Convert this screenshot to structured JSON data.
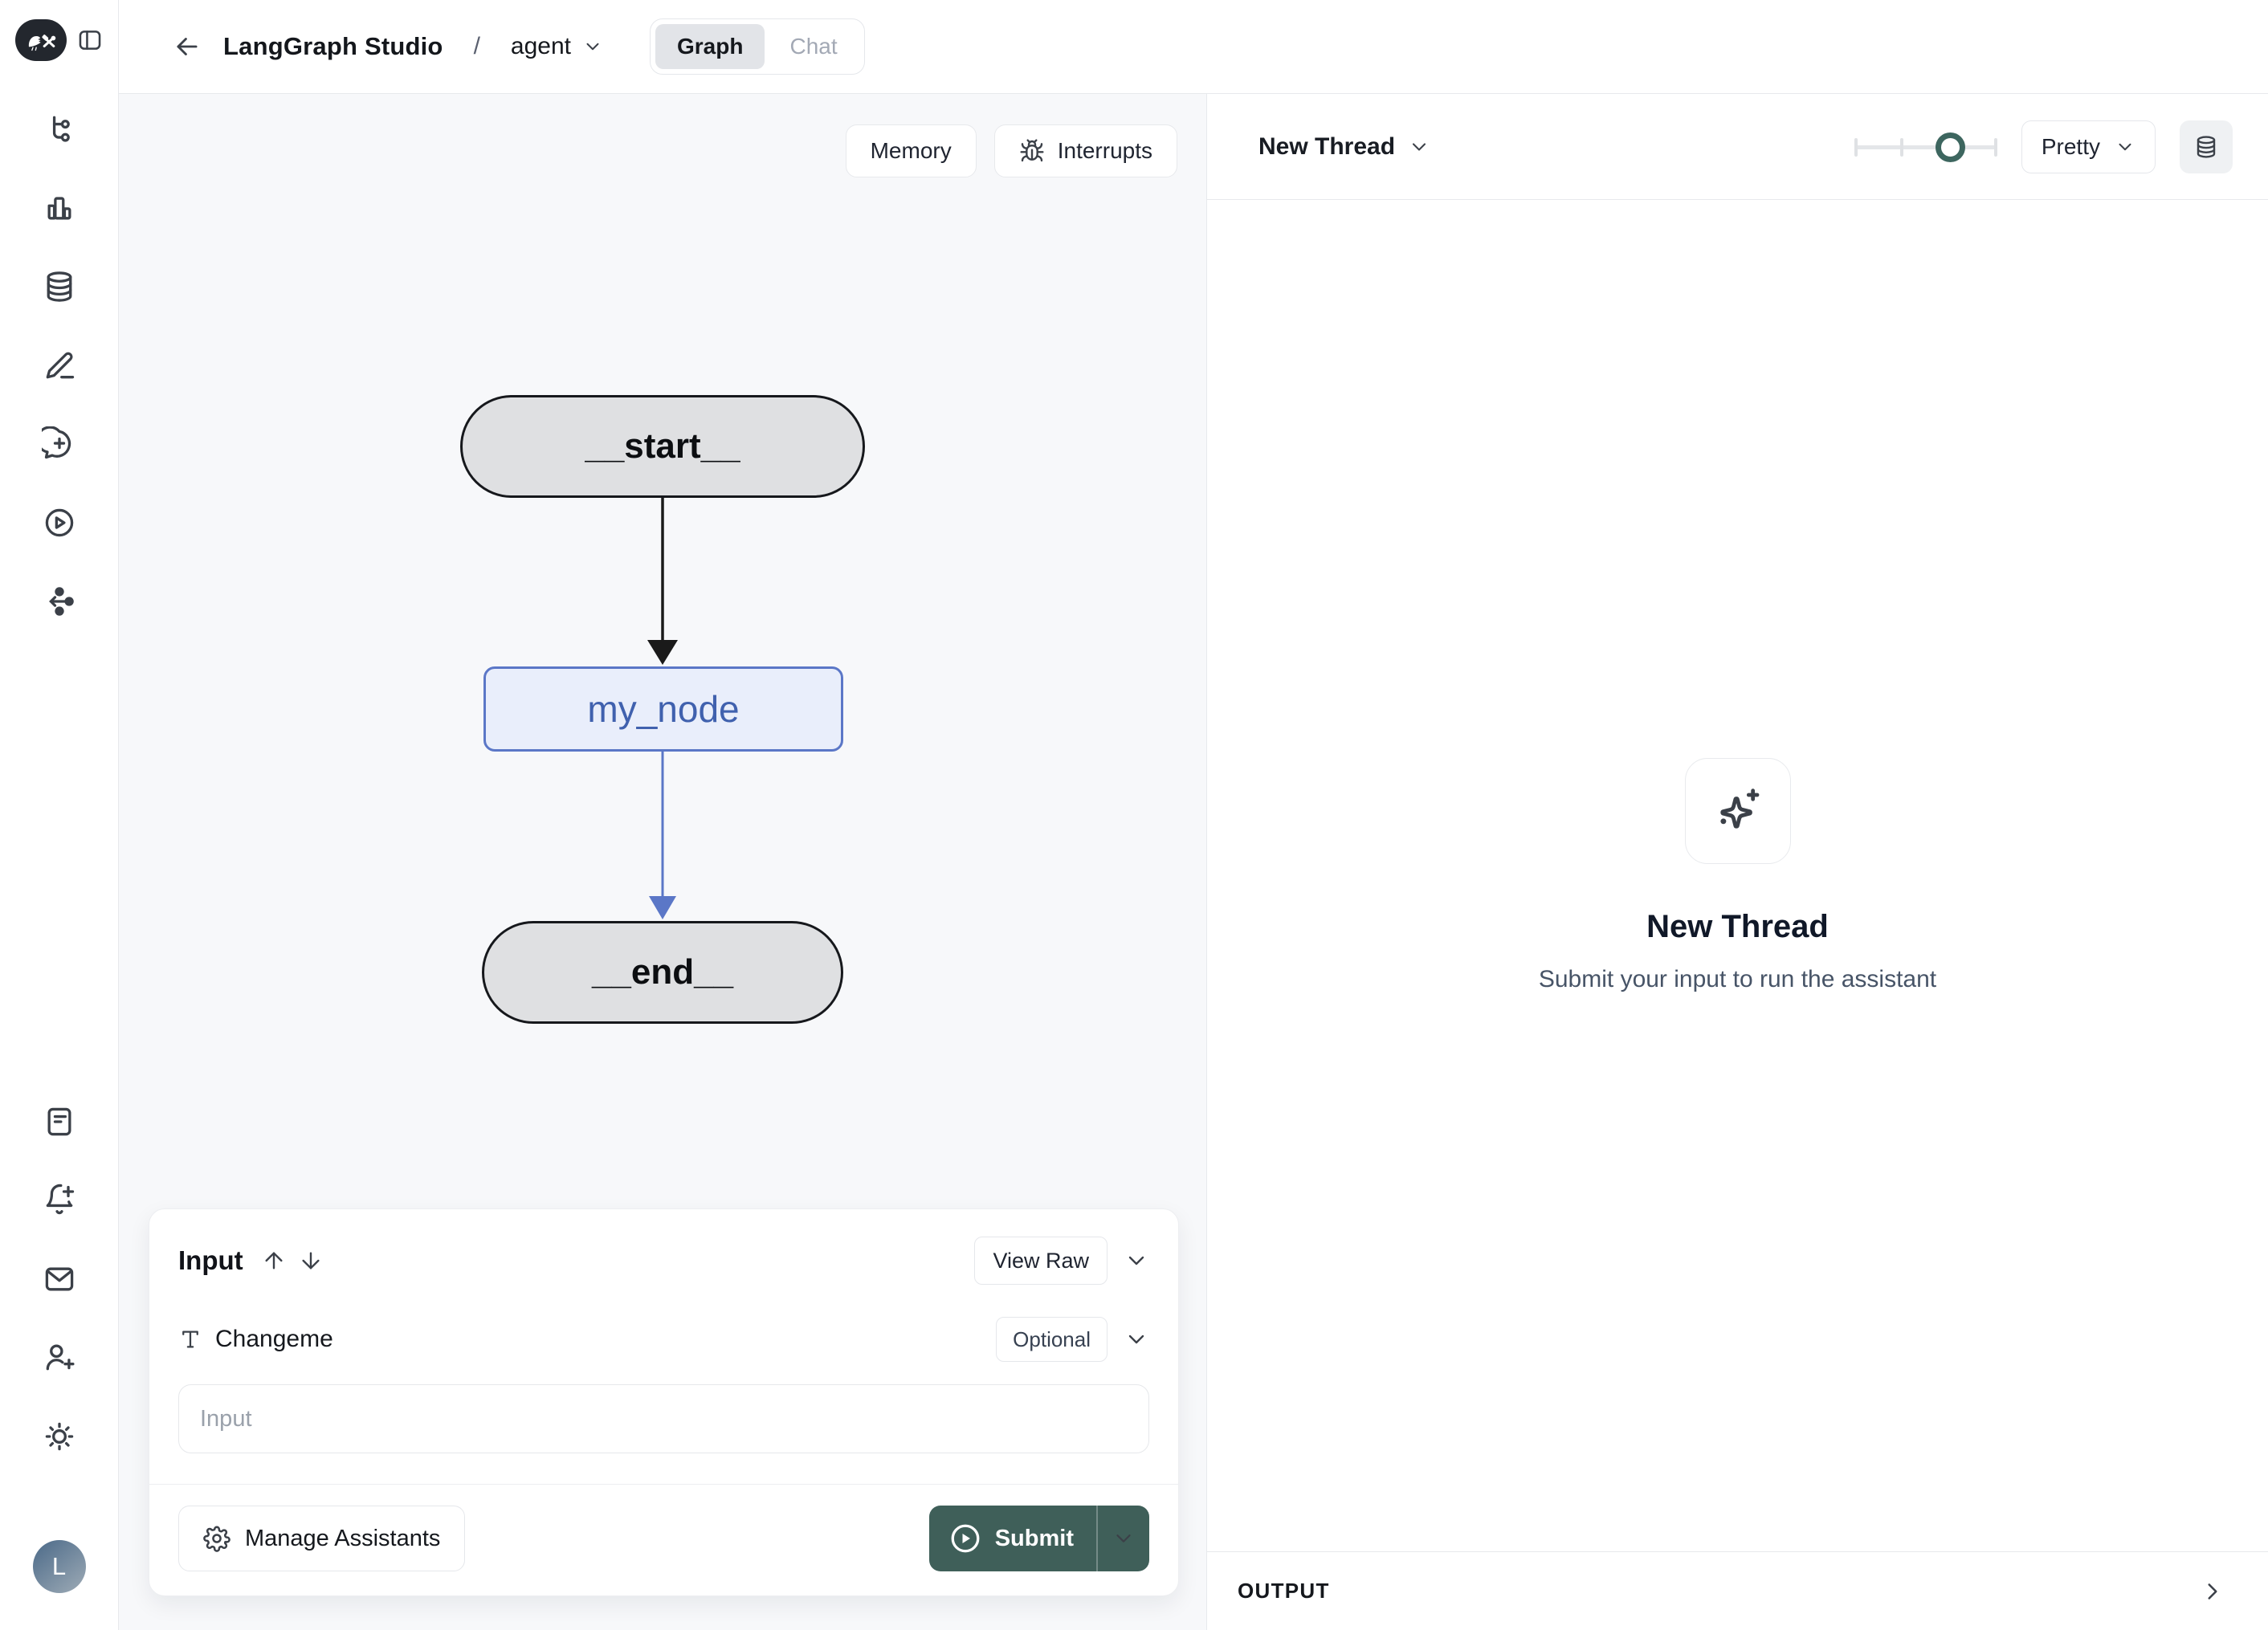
{
  "header": {
    "title": "LangGraph Studio",
    "breadcrumb_separator": "/",
    "graph_selector": {
      "value": "agent"
    },
    "view_tabs": {
      "graph": "Graph",
      "chat": "Chat",
      "active": "Graph"
    }
  },
  "sidebar": {
    "top_icons": [
      "flow-graph",
      "bar-chart",
      "database",
      "pen",
      "new-chat",
      "play-circle",
      "route"
    ],
    "bottom_icons": [
      "notes",
      "bell-plus",
      "mail",
      "user-plus",
      "sun"
    ],
    "avatar_initial": "L"
  },
  "canvas": {
    "toolbar": {
      "memory": "Memory",
      "interrupts": "Interrupts"
    },
    "graph": {
      "nodes": [
        {
          "id": "start",
          "label": "__start__",
          "type": "pill"
        },
        {
          "id": "my_node",
          "label": "my_node",
          "type": "rect"
        },
        {
          "id": "end",
          "label": "__end__",
          "type": "pill"
        }
      ],
      "edges": [
        {
          "from": "__start__",
          "to": "my_node",
          "color": "#1a1a1a"
        },
        {
          "from": "my_node",
          "to": "__end__",
          "color": "#5b77c7"
        }
      ]
    },
    "input_panel": {
      "title": "Input",
      "view_raw": "View Raw",
      "field_label": "Changeme",
      "optional_badge": "Optional",
      "input_placeholder": "Input",
      "input_value": "",
      "manage_assistants": "Manage Assistants",
      "submit": "Submit"
    }
  },
  "right_panel": {
    "thread_selector": "New Thread",
    "render_mode": "Pretty",
    "empty_state": {
      "title": "New Thread",
      "subtitle": "Submit your input to run the assistant"
    },
    "output_label": "OUTPUT"
  },
  "colors": {
    "accent_teal": "#3f5f59",
    "node_blue_border": "#5b77c7",
    "node_blue_fill": "#e9eefb",
    "node_blue_text": "#4061ae",
    "node_gray_fill": "#dfe0e2",
    "canvas_bg": "#f7f8fa",
    "border": "#e7e9ec"
  }
}
